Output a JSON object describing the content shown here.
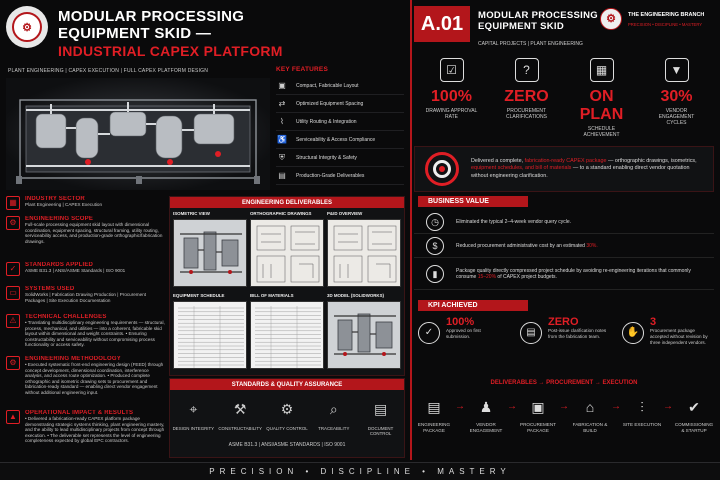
{
  "left_header": {
    "title_line1": "MODULAR PROCESSING",
    "title_line2": "EQUIPMENT SKID —",
    "subtitle": "INDUSTRIAL CAPEX PLATFORM",
    "tags": "PLANT ENGINEERING  |  CAPEX EXECUTION  |  FULL CAPEX PLATFORM DESIGN"
  },
  "key_features": {
    "heading": "KEY FEATURES",
    "items": [
      "Compact, Fabricable Layout",
      "Optimized Equipment Spacing",
      "Utility Routing & Integration",
      "Serviceability & Access Compliance",
      "Structural Integrity & Safety",
      "Production-Grade Deliverables"
    ]
  },
  "info_sections": [
    {
      "heading": "INDUSTRY SECTOR",
      "icon": "factory-icon",
      "text": "Plant Engineering  |  CAPEX Execution"
    },
    {
      "heading": "ENGINEERING SCOPE",
      "icon": "gear-icon",
      "text": "Full-scale processing equipment skid layout with dimensional coordination, equipment spacing, structural framing, utility routing, serviceability access, and production-grade orthographic/fabrication drawings."
    },
    {
      "heading": "STANDARDS APPLIED",
      "icon": "shield-icon",
      "text": "ASME B31.3  |  ANSI/ASME Standards  |  ISO 9001"
    },
    {
      "heading": "SYSTEMS USED",
      "icon": "monitor-icon",
      "text": "SolidWorks  |  Fabrication Drawing Production  |  Procurement Packages  |  Site Execution Documentation"
    },
    {
      "heading": "TECHNICAL CHALLENGES",
      "icon": "warning-icon",
      "text": "• Translating multidisciplinary engineering requirements — structural, process, mechanical, and utilities — into a coherent, fabricable skid layout within dimensional and weight constraints.  • Ensuring constructability and serviceability without compromising process functionality or access safety."
    },
    {
      "heading": "ENGINEERING METHODOLOGY",
      "icon": "cog-icon",
      "text": "• Executed systematic front-end engineering design (FEED) through concept development, dimensional coordination, interference analysis, and access route optimization.  • Produced complete orthographic and isometric drawing sets to procurement and fabrication-ready standard — enabling direct vendor engagement without additional engineering input."
    },
    {
      "heading": "OPERATIONAL IMPACT & RESULTS",
      "icon": "chart-icon",
      "text": "• Delivered a fabrication-ready CAPEX platform package demonstrating strategic systems thinking, plant engineering mastery, and the ability to lead multidisciplinary projects from concept through execution.  • The deliverable set represents the level of engineering completeness expected by global EPC contractors."
    }
  ],
  "deliverables": {
    "heading": "ENGINEERING DELIVERABLES",
    "items": [
      "ISOMETRIC VIEW",
      "ORTHOGRAPHIC DRAWINGS",
      "P&ID OVERVIEW",
      "EQUIPMENT SCHEDULE",
      "BILL OF MATERIALS",
      "3D MODEL (SOLIDWORKS)"
    ]
  },
  "qa": {
    "heading": "STANDARDS & QUALITY ASSURANCE",
    "items": [
      "DESIGN INTEGRITY",
      "CONSTRUCTABILITY",
      "QUALITY CONTROL",
      "TRACEABILITY",
      "DOCUMENT CONTROL"
    ],
    "footer": "ASME B31.3  |  ANSI/ASME STANDARDS  |  ISO 9001"
  },
  "right_header": {
    "code": "A.01",
    "title_line1": "MODULAR PROCESSING",
    "title_line2": "EQUIPMENT SKID",
    "tags": "CAPITAL PROJECTS  |  PLANT ENGINEERING",
    "brand_name": "THE ENGINEERING BRANCH",
    "brand_tag": "PRECISION  •  DISCIPLINE  •  MASTERY"
  },
  "metrics": [
    {
      "value": "100%",
      "label": "DRAWING APPROVAL RATE",
      "icon": "checklist-icon"
    },
    {
      "value": "ZERO",
      "label": "PROCUREMENT CLARIFICATIONS",
      "icon": "question-icon"
    },
    {
      "value": "ON PLAN",
      "label": "SCHEDULE ACHIEVEMENT",
      "icon": "calendar-icon"
    },
    {
      "value": "30%",
      "label": "VENDOR ENGAGEMENT CYCLES",
      "icon": "bar-down-icon"
    }
  ],
  "summary": {
    "pre": "Delivered a complete, ",
    "hl": "fabrication-ready CAPEX package",
    "mid": " — orthographic drawings, isometrics, ",
    "hl2": "equipment schedules, and bill of materials",
    "post": " — to a standard enabling direct vendor quotation without engineering clarification."
  },
  "business_value": {
    "heading": "BUSINESS VALUE",
    "items": [
      {
        "icon": "clock-icon",
        "text": "Eliminated the typical 2–4-week vendor query cycle.",
        "hl": ""
      },
      {
        "icon": "dollar-icon",
        "text": "Reduced procurement administrative cost by an estimated ",
        "hl": "30%."
      },
      {
        "icon": "bars-icon",
        "text": "Package quality directly compressed project schedule by avoiding re-engineering iterations that commonly consume ",
        "hl": "15–20%",
        "post": " of CAPEX project budgets."
      }
    ]
  },
  "kpi": {
    "heading": "KPI ACHIEVED",
    "items": [
      {
        "value": "100%",
        "text": "Approved on first submission.",
        "icon": "shield-check-icon"
      },
      {
        "value": "ZERO",
        "text": "Post-issue clarification notes from the fabrication team.",
        "icon": "document-icon"
      },
      {
        "value": "3",
        "text": "Procurement package accepted without revision by three independent vendors.",
        "icon": "handshake-icon"
      }
    ]
  },
  "flow": {
    "heading": "DELIVERABLES  →  PROCUREMENT  →  EXECUTION",
    "steps": [
      {
        "label": "ENGINEERING PACKAGE",
        "icon": "document-icon"
      },
      {
        "label": "VENDOR ENGAGEMENT",
        "icon": "people-icon"
      },
      {
        "label": "PROCUREMENT PACKAGE",
        "icon": "box-icon"
      },
      {
        "label": "FABRICATION & BUILD",
        "icon": "crane-icon"
      },
      {
        "label": "SITE EXECUTION",
        "icon": "tower-icon"
      },
      {
        "label": "COMMISSIONING & STARTUP",
        "icon": "check-circle-icon"
      }
    ]
  },
  "footer": "PRECISION  •  DISCIPLINE  •  MASTERY"
}
